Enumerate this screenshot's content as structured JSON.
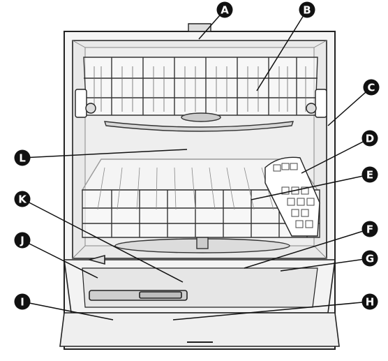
{
  "diagram": {
    "callouts": [
      {
        "id": "A",
        "label": "A"
      },
      {
        "id": "B",
        "label": "B"
      },
      {
        "id": "C",
        "label": "C"
      },
      {
        "id": "D",
        "label": "D"
      },
      {
        "id": "E",
        "label": "E"
      },
      {
        "id": "F",
        "label": "F"
      },
      {
        "id": "G",
        "label": "G"
      },
      {
        "id": "H",
        "label": "H"
      },
      {
        "id": "I",
        "label": "I"
      },
      {
        "id": "J",
        "label": "J"
      },
      {
        "id": "K",
        "label": "K"
      },
      {
        "id": "L",
        "label": "L"
      }
    ],
    "colors": {
      "outline": "#222222",
      "cavity": "#e9e9e9",
      "tub_wall": "#f7f7f7",
      "rack": "#ffffff",
      "badge": "#111111"
    }
  }
}
